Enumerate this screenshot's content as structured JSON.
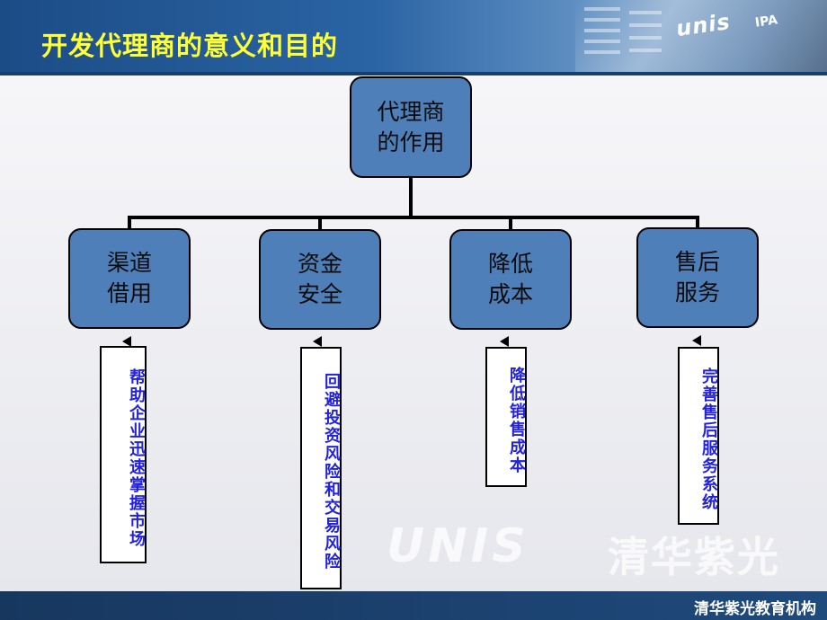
{
  "header": {
    "title": "开发代理商的意义和目的",
    "logo": "unis",
    "logo_small": "IPA"
  },
  "diagram": {
    "root": {
      "line1": "代理商",
      "line2": "的作用"
    },
    "children": [
      {
        "line1": "渠道",
        "line2": "借用",
        "note": "帮助企业迅速掌握市场"
      },
      {
        "line1": "资金",
        "line2": "安全",
        "note": "回避投资风险和交易风险"
      },
      {
        "line1": "降低",
        "line2": "成本",
        "note": "降低销售成本"
      },
      {
        "line1": "售后",
        "line2": "服务",
        "note": "完善售后服务系统"
      }
    ]
  },
  "watermark": {
    "logo": "UNIS",
    "name": "清华紫光"
  },
  "footer": {
    "text": "清华紫光教育机构"
  },
  "colors": {
    "box_fill": "#4f7fb9",
    "title": "#ffff33",
    "note_text": "#2222dd",
    "header_bg": "#1c4c86"
  }
}
